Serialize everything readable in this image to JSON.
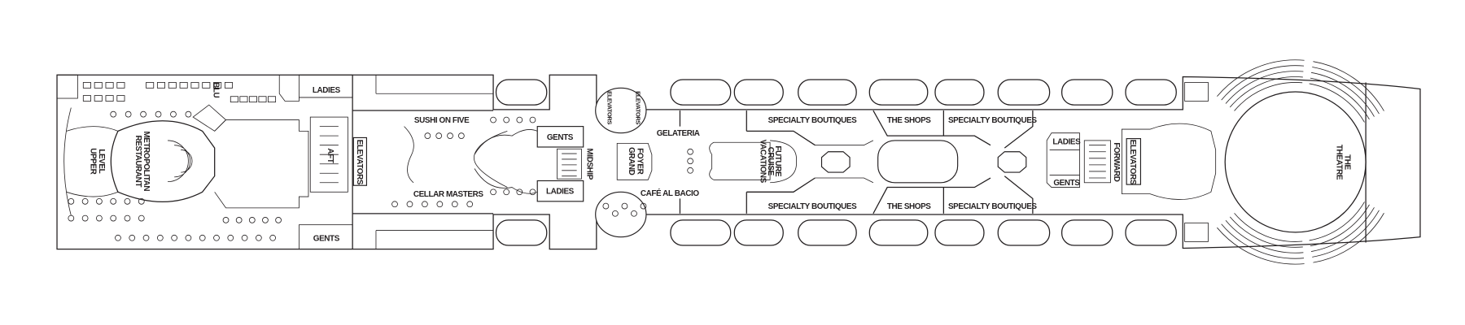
{
  "deck_plan": {
    "colors": {
      "ink": "#231f20",
      "background": "#ffffff"
    },
    "aft": {
      "upper_level": [
        "UPPER",
        "LEVEL"
      ],
      "restaurant": [
        "METROPOLITAN",
        "RESTAURANT"
      ],
      "blu": "BLU",
      "ladies": "LADIES",
      "gents": "GENTS",
      "aft_stairs": "AFT",
      "aft_elevators": "ELEVATORS"
    },
    "mid": {
      "sushi": "SUSHI ON FIVE",
      "cellar": "CELLAR MASTERS",
      "gents": "GENTS",
      "ladies": "LADIES",
      "midship": "MIDSHIP",
      "elevators_top_left": "ELEVATORS",
      "elevators_top_right": "ELEVATORS",
      "gelateria": "GELATERIA",
      "grand_foyer": [
        "GRAND",
        "FOYER"
      ],
      "cafe": "CAFÉ AL BACIO",
      "future_cruise": [
        "FUTURE",
        "CRUISE",
        "VACATIONS"
      ]
    },
    "shops": {
      "top": [
        "SPECIALTY BOUTIQUES",
        "THE SHOPS",
        "SPECIALTY BOUTIQUES"
      ],
      "bottom": [
        "SPECIALTY BOUTIQUES",
        "THE SHOPS",
        "SPECIALTY BOUTIQUES"
      ]
    },
    "forward": {
      "ladies": "LADIES",
      "gents": "GENTS",
      "forward_stairs": "FORWARD",
      "elevators": "ELEVATORS",
      "theatre": [
        "THE",
        "THEATRE"
      ]
    }
  }
}
